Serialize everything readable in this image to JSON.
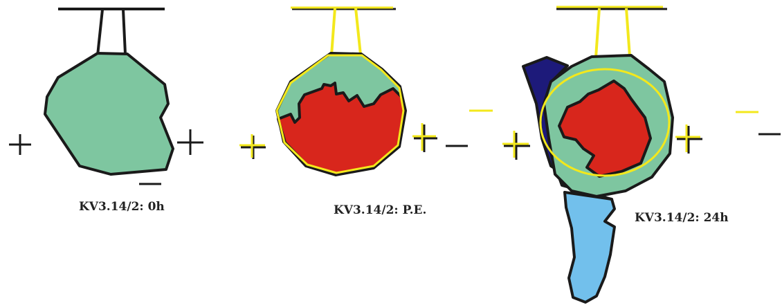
{
  "colors": {
    "green": "#7ec6a0",
    "red": "#d8261c",
    "navy": "#1d1a7a",
    "light_blue": "#72c0ec",
    "outline": "#1a1a1a",
    "yellow": "#f3e81c"
  },
  "panels": [
    {
      "caption": "KV3.14/2: 0h"
    },
    {
      "caption": "KV3.14/2: P.E."
    },
    {
      "caption": "KV3.14/2: 24h"
    }
  ],
  "signs": {
    "plus": "+",
    "minus": "–"
  }
}
